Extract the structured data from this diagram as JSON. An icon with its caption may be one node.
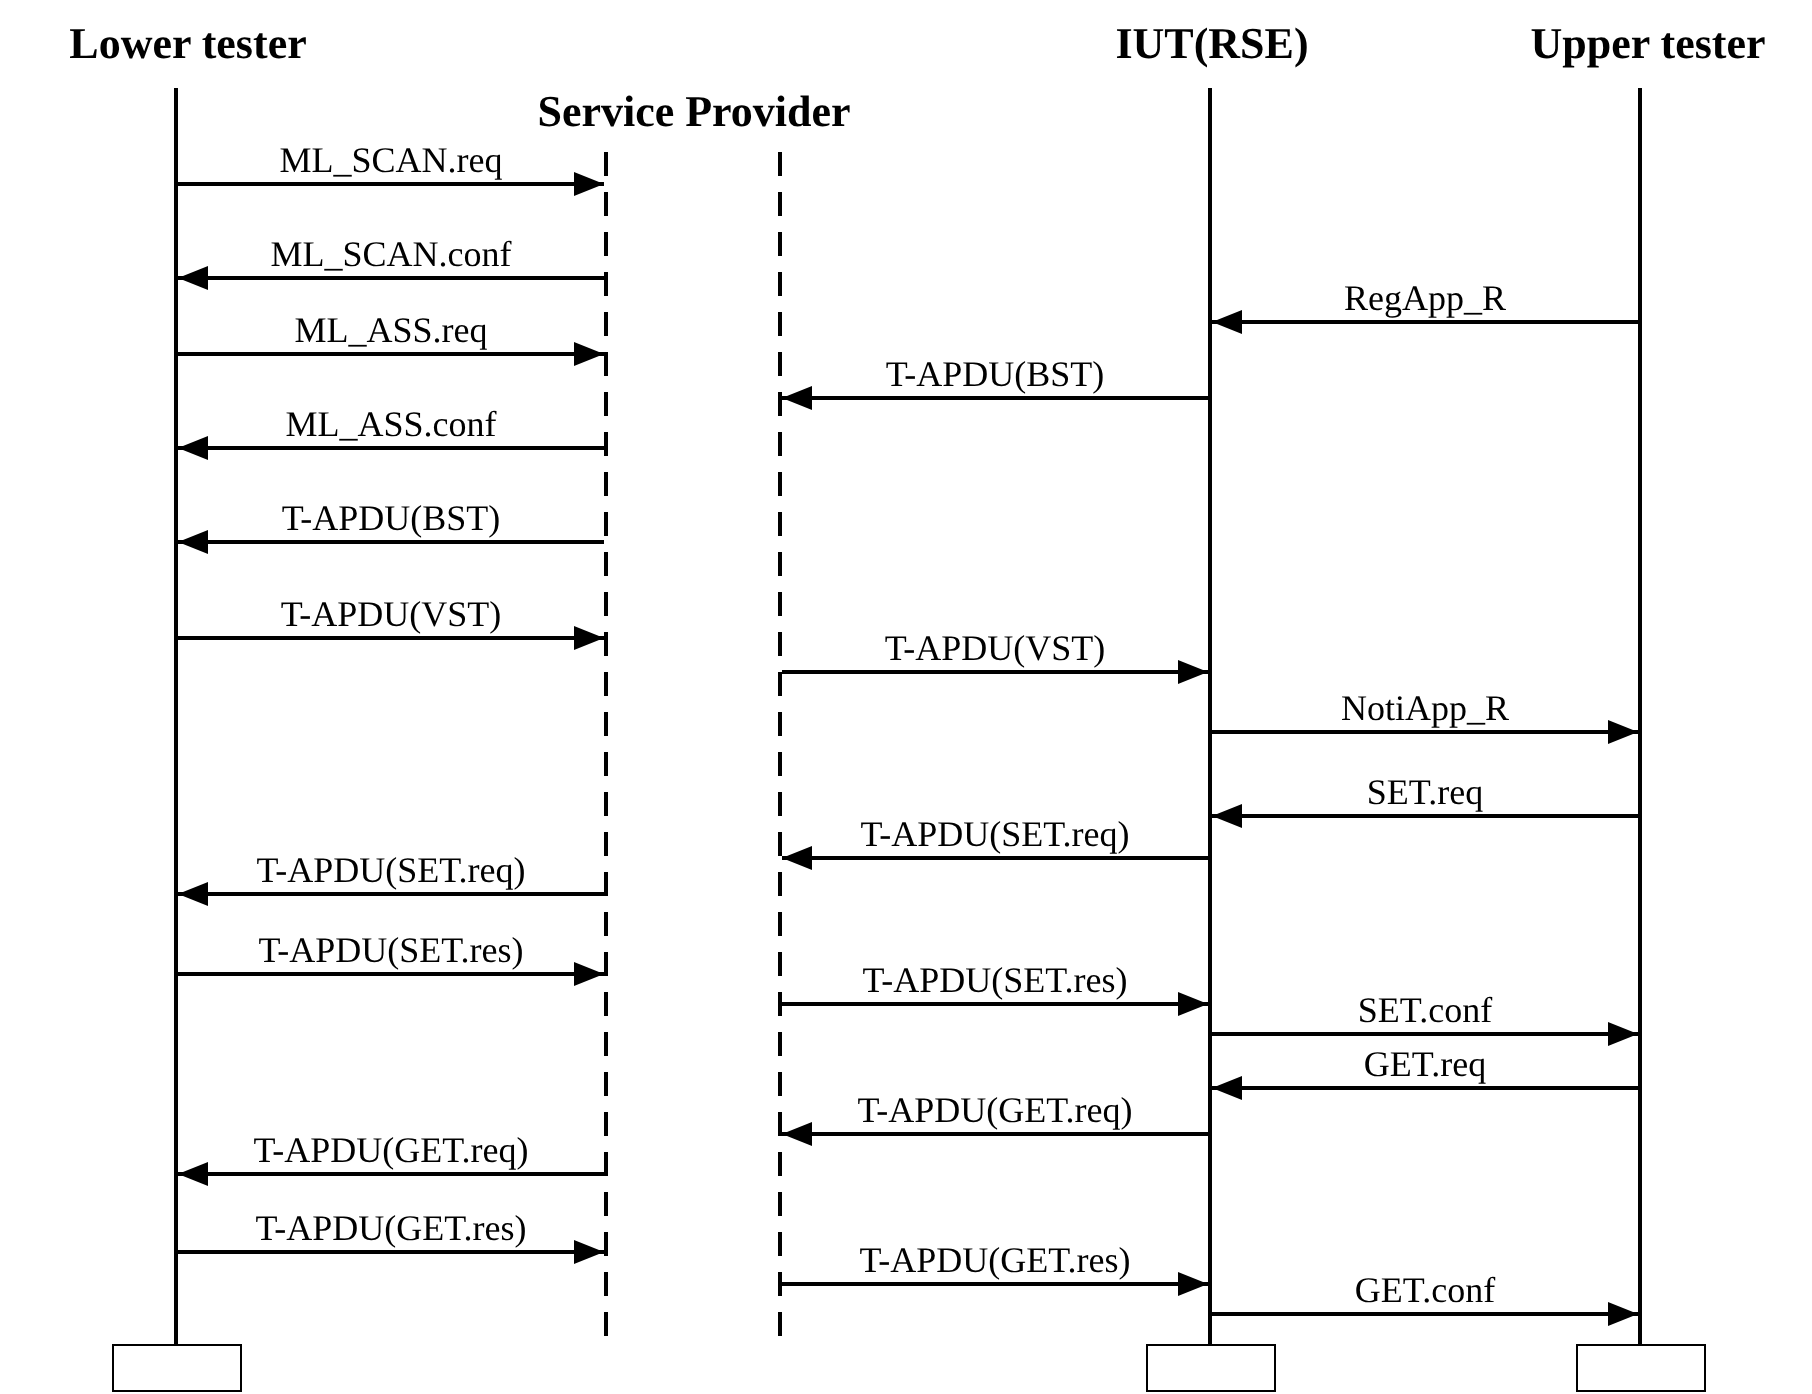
{
  "diagram": {
    "nodes": [
      {
        "text": [
          "Lower tester"
        ]
      },
      {
        "text": [
          "Service Provider"
        ]
      },
      {
        "text": [
          "IUT(RSE)"
        ]
      },
      {
        "text": [
          "Upper tester"
        ]
      },
      {
        "text": [],
        "shape": "bar"
      },
      {
        "text": [],
        "shape": "bar"
      },
      {
        "text": [],
        "shape": "bar"
      },
      {
        "text": [],
        "shape": "bar"
      },
      {
        "text": [],
        "shape": "bar"
      },
      {
        "text": [],
        "shape": "box"
      },
      {
        "text": [],
        "shape": "box"
      },
      {
        "text": [],
        "shape": "box"
      }
    ],
    "edges": [
      {
        "from": 4,
        "to": 5,
        "arrow": "to",
        "label": "ML_SCAN.req"
      },
      {
        "from": 5,
        "to": 4,
        "arrow": "to",
        "label": "ML_SCAN.conf"
      },
      {
        "from": 8,
        "to": 7,
        "arrow": "to",
        "label": "RegApp_R"
      },
      {
        "from": 4,
        "to": 5,
        "arrow": "to",
        "label": "ML_ASS.req"
      },
      {
        "from": 7,
        "to": 6,
        "arrow": "to",
        "label": "T-APDU(BST)"
      },
      {
        "from": 5,
        "to": 4,
        "arrow": "to",
        "label": "ML_ASS.conf"
      },
      {
        "from": 5,
        "to": 4,
        "arrow": "to",
        "label": "T-APDU(BST)"
      },
      {
        "from": 4,
        "to": 5,
        "arrow": "to",
        "label": "T-APDU(VST)"
      },
      {
        "from": 6,
        "to": 7,
        "arrow": "to",
        "label": "T-APDU(VST)"
      },
      {
        "from": 7,
        "to": 8,
        "arrow": "to",
        "label": "NotiApp_R"
      },
      {
        "from": 8,
        "to": 7,
        "arrow": "to",
        "label": "SET.req"
      },
      {
        "from": 7,
        "to": 6,
        "arrow": "to",
        "label": "T-APDU(SET.req)"
      },
      {
        "from": 5,
        "to": 4,
        "arrow": "to",
        "label": "T-APDU(SET.req)"
      },
      {
        "from": 4,
        "to": 5,
        "arrow": "to",
        "label": "T-APDU(SET.res)"
      },
      {
        "from": 6,
        "to": 7,
        "arrow": "to",
        "label": "T-APDU(SET.res)"
      },
      {
        "from": 7,
        "to": 8,
        "arrow": "to",
        "label": "SET.conf"
      },
      {
        "from": 8,
        "to": 7,
        "arrow": "to",
        "label": "GET.req"
      },
      {
        "from": 7,
        "to": 6,
        "arrow": "to",
        "label": "T-APDU(GET.req)"
      },
      {
        "from": 5,
        "to": 4,
        "arrow": "to",
        "label": "T-APDU(GET.req)"
      },
      {
        "from": 4,
        "to": 5,
        "arrow": "to",
        "label": "T-APDU(GET.res)"
      },
      {
        "from": 6,
        "to": 7,
        "arrow": "to",
        "label": "T-APDU(GET.res)"
      },
      {
        "from": 7,
        "to": 8,
        "arrow": "to",
        "label": "GET.conf"
      }
    ]
  }
}
